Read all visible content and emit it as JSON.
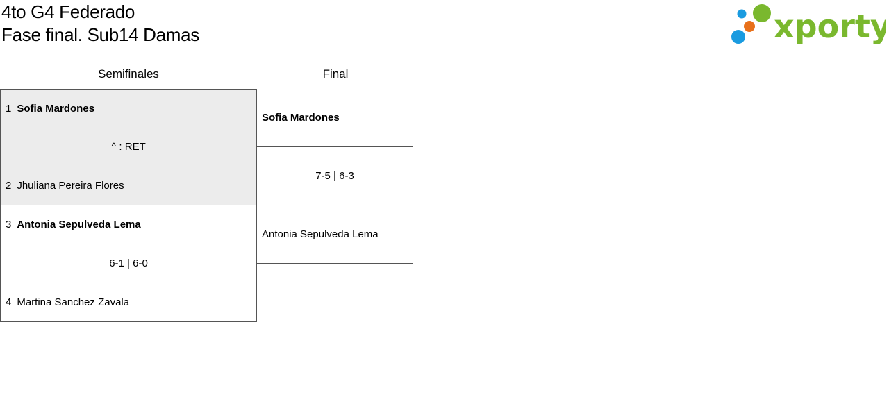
{
  "header": {
    "title_line1": "4to G4 Federado",
    "title_line2": "Fase final. Sub14 Damas"
  },
  "logo": {
    "text": "xporty",
    "colors": {
      "green": "#7ab82e",
      "blue": "#1a9be0",
      "orange": "#e8701a"
    }
  },
  "rounds": {
    "semifinals_label": "Semifinales",
    "final_label": "Final"
  },
  "semifinals": [
    {
      "score": "^ : RET",
      "top": {
        "seed": "1",
        "name": "Sofia Mardones",
        "winner": true
      },
      "bottom": {
        "seed": "2",
        "name": "Jhuliana Pereira Flores",
        "winner": false
      }
    },
    {
      "score": "6-1 | 6-0",
      "top": {
        "seed": "3",
        "name": "Antonia Sepulveda Lema",
        "winner": true
      },
      "bottom": {
        "seed": "4",
        "name": "Martina Sanchez Zavala",
        "winner": false
      }
    }
  ],
  "final": {
    "score": "7-5 | 6-3",
    "top": {
      "name": "Sofia Mardones",
      "winner": true
    },
    "bottom": {
      "name": "Antonia Sepulveda Lema",
      "winner": false
    }
  }
}
